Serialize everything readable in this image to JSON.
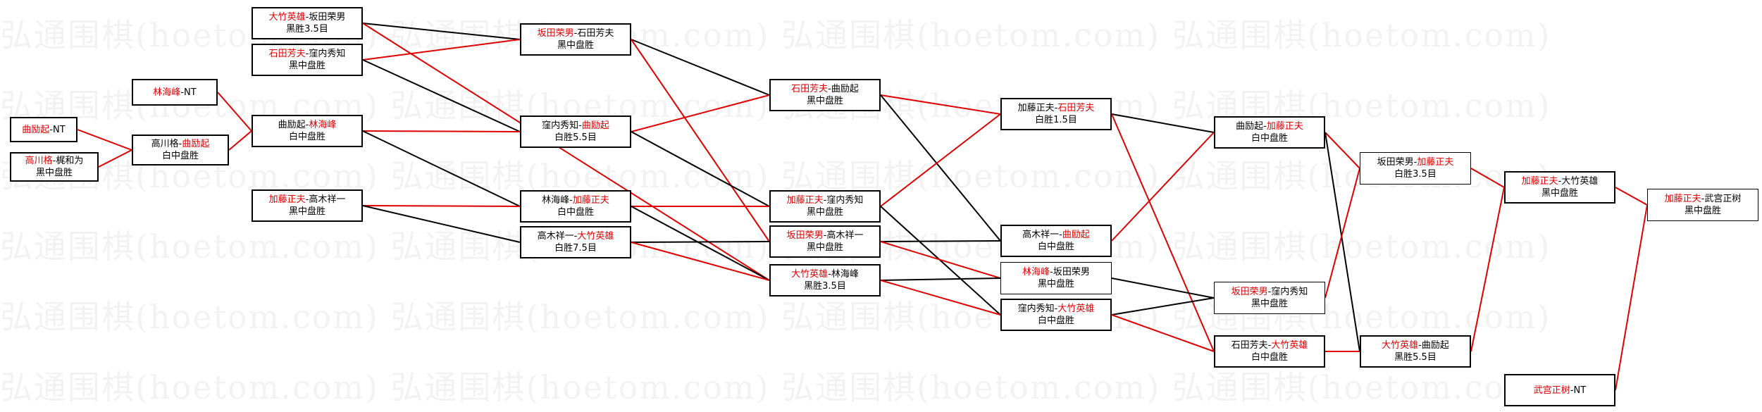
{
  "watermark_text": "弘通围棋(hoetom.com)",
  "colors": {
    "winner": "#e00000",
    "line_win": "#e00000",
    "line_other": "#000000"
  },
  "matches": [
    {
      "id": "m1",
      "p1": "曲励起",
      "sep": "-",
      "p2": "NT",
      "winner": 1,
      "result": ""
    },
    {
      "id": "m2",
      "p1": "高川格",
      "sep": "-",
      "p2": "梶和为",
      "winner": 1,
      "result": "黑中盘胜"
    },
    {
      "id": "m3",
      "p1": "林海峰",
      "sep": "-",
      "p2": "NT",
      "winner": 1,
      "result": ""
    },
    {
      "id": "m4",
      "p1": "高川格",
      "sep": "-",
      "p2": "曲励起",
      "winner": 2,
      "result": "白中盘胜"
    },
    {
      "id": "m5",
      "p1": "大竹英雄",
      "sep": "-",
      "p2": "坂田荣男",
      "winner": 1,
      "result": "黑胜3.5目"
    },
    {
      "id": "m6",
      "p1": "石田芳夫",
      "sep": "-",
      "p2": "窪内秀知",
      "winner": 1,
      "result": "黑中盘胜"
    },
    {
      "id": "m7",
      "p1": "曲励起",
      "sep": "-",
      "p2": "林海峰",
      "winner": 2,
      "result": "白中盘胜"
    },
    {
      "id": "m8",
      "p1": "加藤正夫",
      "sep": "-",
      "p2": "高木祥一",
      "winner": 1,
      "result": "黑中盘胜"
    },
    {
      "id": "m9",
      "p1": "坂田荣男",
      "sep": "-",
      "p2": "石田芳夫",
      "winner": 1,
      "result": "黑中盘胜"
    },
    {
      "id": "m10",
      "p1": "窪内秀知",
      "sep": "-",
      "p2": "曲励起",
      "winner": 2,
      "result": "白胜5.5目"
    },
    {
      "id": "m11",
      "p1": "林海峰",
      "sep": "-",
      "p2": "加藤正夫",
      "winner": 2,
      "result": "白中盘胜"
    },
    {
      "id": "m12",
      "p1": "高木祥一",
      "sep": "-",
      "p2": "大竹英雄",
      "winner": 2,
      "result": "白胜7.5目"
    },
    {
      "id": "m13",
      "p1": "石田芳夫",
      "sep": "-",
      "p2": "曲励起",
      "winner": 1,
      "result": "黑中盘胜"
    },
    {
      "id": "m14",
      "p1": "加藤正夫",
      "sep": "-",
      "p2": "窪内秀知",
      "winner": 1,
      "result": "黑中盘胜"
    },
    {
      "id": "m15",
      "p1": "坂田荣男",
      "sep": "-",
      "p2": "高木祥一",
      "winner": 1,
      "result": "黑中盘胜"
    },
    {
      "id": "m16",
      "p1": "大竹英雄",
      "sep": "-",
      "p2": "林海峰",
      "winner": 1,
      "result": "黑胜3.5目"
    },
    {
      "id": "m17",
      "p1": "加藤正夫",
      "sep": "-",
      "p2": "石田芳夫",
      "winner": 2,
      "result": "白胜1.5目"
    },
    {
      "id": "m18",
      "p1": "高木祥一",
      "sep": "-",
      "p2": "曲励起",
      "winner": 2,
      "result": "白中盘胜"
    },
    {
      "id": "m19",
      "p1": "林海峰",
      "sep": "-",
      "p2": "坂田荣男",
      "winner": 1,
      "result": "黑中盘胜"
    },
    {
      "id": "m20",
      "p1": "窪内秀知",
      "sep": "-",
      "p2": "大竹英雄",
      "winner": 2,
      "result": "白中盘胜"
    },
    {
      "id": "m21",
      "p1": "曲励起",
      "sep": "-",
      "p2": "加藤正夫",
      "winner": 2,
      "result": "白中盘胜"
    },
    {
      "id": "m22",
      "p1": "坂田荣男",
      "sep": "-",
      "p2": "窪内秀知",
      "winner": 1,
      "result": "黑中盘胜"
    },
    {
      "id": "m23",
      "p1": "石田芳夫",
      "sep": "-",
      "p2": "大竹英雄",
      "winner": 2,
      "result": "白中盘胜"
    },
    {
      "id": "m24",
      "p1": "坂田荣男",
      "sep": "-",
      "p2": "加藤正夫",
      "winner": 2,
      "result": "白胜3.5目"
    },
    {
      "id": "m25",
      "p1": "大竹英雄",
      "sep": "-",
      "p2": "曲励起",
      "winner": 1,
      "result": "黑胜5.5目"
    },
    {
      "id": "m26",
      "p1": "加藤正夫",
      "sep": "-",
      "p2": "大竹英雄",
      "winner": 1,
      "result": "黑中盘胜"
    },
    {
      "id": "m27",
      "p1": "武宫正树",
      "sep": "-",
      "p2": "NT",
      "winner": 1,
      "result": ""
    },
    {
      "id": "m28",
      "p1": "加藤正夫",
      "sep": "-",
      "p2": "武宫正树",
      "winner": 1,
      "result": "黑中盘胜"
    }
  ],
  "links": [
    {
      "from": "m1",
      "to": "m4",
      "win": true
    },
    {
      "from": "m2",
      "to": "m4",
      "win": true
    },
    {
      "from": "m3",
      "to": "m7",
      "win": true
    },
    {
      "from": "m4",
      "to": "m7",
      "win": true
    },
    {
      "from": "m5",
      "to": "m9",
      "win": false
    },
    {
      "from": "m5",
      "to": "m16",
      "win": true
    },
    {
      "from": "m6",
      "to": "m9",
      "win": true
    },
    {
      "from": "m6",
      "to": "m10",
      "win": false
    },
    {
      "from": "m7",
      "to": "m10",
      "win": true
    },
    {
      "from": "m7",
      "to": "m11",
      "win": false
    },
    {
      "from": "m8",
      "to": "m11",
      "win": true
    },
    {
      "from": "m8",
      "to": "m12",
      "win": false
    },
    {
      "from": "m9",
      "to": "m13",
      "win": false
    },
    {
      "from": "m9",
      "to": "m15",
      "win": true
    },
    {
      "from": "m10",
      "to": "m13",
      "win": true
    },
    {
      "from": "m10",
      "to": "m14",
      "win": false
    },
    {
      "from": "m11",
      "to": "m14",
      "win": true
    },
    {
      "from": "m11",
      "to": "m16",
      "win": false
    },
    {
      "from": "m12",
      "to": "m15",
      "win": false
    },
    {
      "from": "m12",
      "to": "m16",
      "win": true
    },
    {
      "from": "m13",
      "to": "m17",
      "win": true
    },
    {
      "from": "m13",
      "to": "m18",
      "win": false
    },
    {
      "from": "m14",
      "to": "m17",
      "win": true
    },
    {
      "from": "m14",
      "to": "m20",
      "win": false
    },
    {
      "from": "m15",
      "to": "m18",
      "win": false
    },
    {
      "from": "m15",
      "to": "m19",
      "win": true
    },
    {
      "from": "m16",
      "to": "m19",
      "win": false
    },
    {
      "from": "m16",
      "to": "m20",
      "win": true
    },
    {
      "from": "m17",
      "to": "m21",
      "win": false
    },
    {
      "from": "m17",
      "to": "m23",
      "win": true
    },
    {
      "from": "m18",
      "to": "m21",
      "win": true
    },
    {
      "from": "m19",
      "to": "m22",
      "win": false
    },
    {
      "from": "m20",
      "to": "m22",
      "win": false
    },
    {
      "from": "m20",
      "to": "m23",
      "win": true
    },
    {
      "from": "m21",
      "to": "m24",
      "win": true
    },
    {
      "from": "m21",
      "to": "m25",
      "win": false
    },
    {
      "from": "m22",
      "to": "m24",
      "win": true
    },
    {
      "from": "m23",
      "to": "m25",
      "win": true
    },
    {
      "from": "m24",
      "to": "m26",
      "win": true
    },
    {
      "from": "m25",
      "to": "m26",
      "win": true
    },
    {
      "from": "m26",
      "to": "m28",
      "win": true
    },
    {
      "from": "m27",
      "to": "m28",
      "win": true
    }
  ]
}
